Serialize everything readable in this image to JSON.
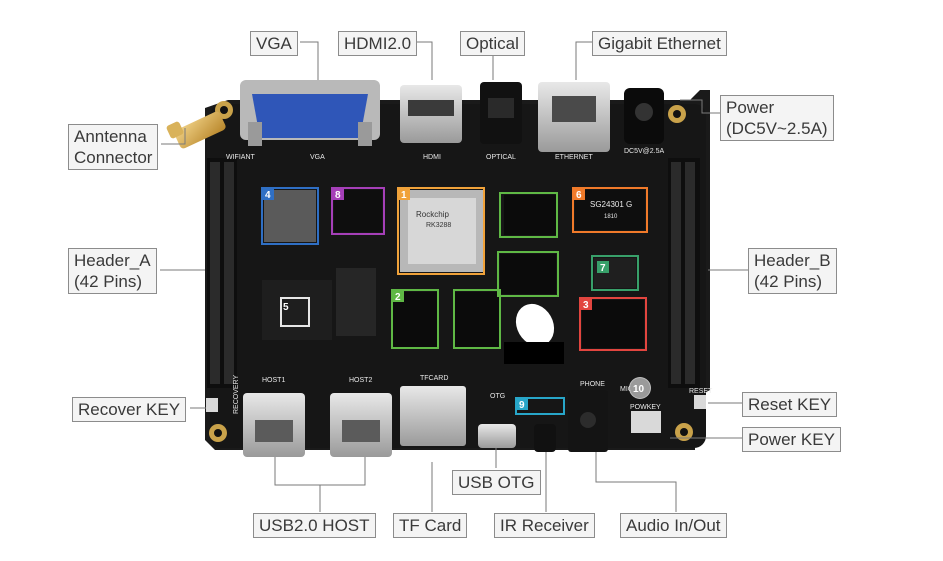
{
  "labels": {
    "vga": "VGA",
    "hdmi": "HDMI2.0",
    "optical": "Optical",
    "ethernet": "Gigabit Ethernet",
    "antenna_1": "Anntenna",
    "antenna_2": "Connector",
    "power_1": "Power",
    "power_2": "(DC5V~2.5A)",
    "header_a_1": "Header_A",
    "header_a_2": "(42 Pins)",
    "header_b_1": "Header_B",
    "header_b_2": "(42 Pins)",
    "recover_key": "Recover KEY",
    "reset_key": "Reset KEY",
    "power_key": "Power KEY",
    "usb_host": "USB2.0 HOST",
    "tf_card": "TF Card",
    "usb_otg": "USB OTG",
    "ir_receiver": "IR Receiver",
    "audio": "Audio In/Out"
  },
  "silkscreen": {
    "wifiant": "WIFIANT",
    "vga": "VGA",
    "hdmi": "HDMI",
    "optical": "OPTICAL",
    "ethernet": "ETHERNET",
    "dc": "DC5V@2.5A",
    "host1": "HOST1",
    "host2": "HOST2",
    "tfcard": "TFCARD",
    "otg": "OTG",
    "phone": "PHONE",
    "mic": "MIC",
    "powkey": "POWKEY",
    "reset": "RESET",
    "recovery": "RECOVERY",
    "soc_brand": "Rockchip",
    "soc_model": "RK3288",
    "eth_chip": "SG24301 G",
    "eth_chip_code": "1810"
  },
  "markers": [
    {
      "num": "1",
      "color": "#f0a23a"
    },
    {
      "num": "2",
      "color": "#5fb845"
    },
    {
      "num": "3",
      "color": "#e2453f"
    },
    {
      "num": "4",
      "color": "#2f6fc4"
    },
    {
      "num": "5",
      "color": "#e6e6e6"
    },
    {
      "num": "6",
      "color": "#f07a2a"
    },
    {
      "num": "7",
      "color": "#38a06a"
    },
    {
      "num": "8",
      "color": "#a53fb8"
    },
    {
      "num": "9",
      "color": "#28a6c9"
    },
    {
      "num": "10",
      "color": "#9a9a9a"
    }
  ]
}
